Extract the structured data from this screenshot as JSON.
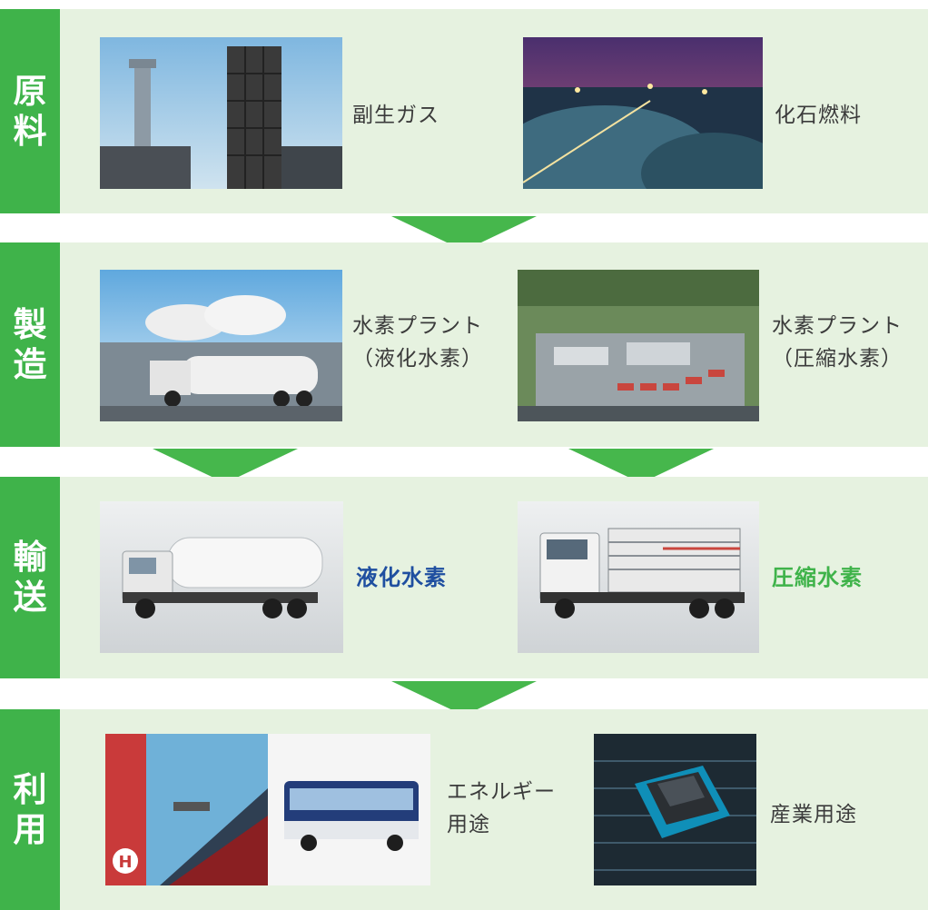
{
  "stages": [
    {
      "tab": "原料",
      "items": [
        {
          "label": "副生ガス",
          "image": "industrial-plant-photo"
        },
        {
          "label": "化石燃料",
          "image": "oil-refinery-tanks-night-photo"
        }
      ]
    },
    {
      "tab": "製造",
      "items": [
        {
          "label": "水素プラント\n（液化水素）",
          "image": "liquid-hydrogen-plant-photo"
        },
        {
          "label": "水素プラント\n（圧縮水素）",
          "image": "compressed-hydrogen-plant-aerial-photo"
        }
      ]
    },
    {
      "tab": "輸送",
      "items": [
        {
          "label": "液化水素",
          "image": "liquid-hydrogen-tanker-truck-photo",
          "color": "#1f4fa0"
        },
        {
          "label": "圧縮水素",
          "image": "compressed-hydrogen-trailer-truck-photo",
          "color": "#3fb34a"
        }
      ]
    },
    {
      "tab": "利用",
      "items": [
        {
          "label": "エネルギー\n用途",
          "image": "fuel-cell-car-and-bus-photo"
        },
        {
          "label": "産業用途",
          "image": "semiconductor-chip-photo"
        }
      ]
    }
  ],
  "colors": {
    "stage_background": "#e6f2e0",
    "tab_green": "#3fb34a",
    "arrow_green": "#46b74c",
    "liquid_label": "#1f4fa0",
    "compressed_label": "#3fb34a",
    "text": "#3b3b3b"
  }
}
